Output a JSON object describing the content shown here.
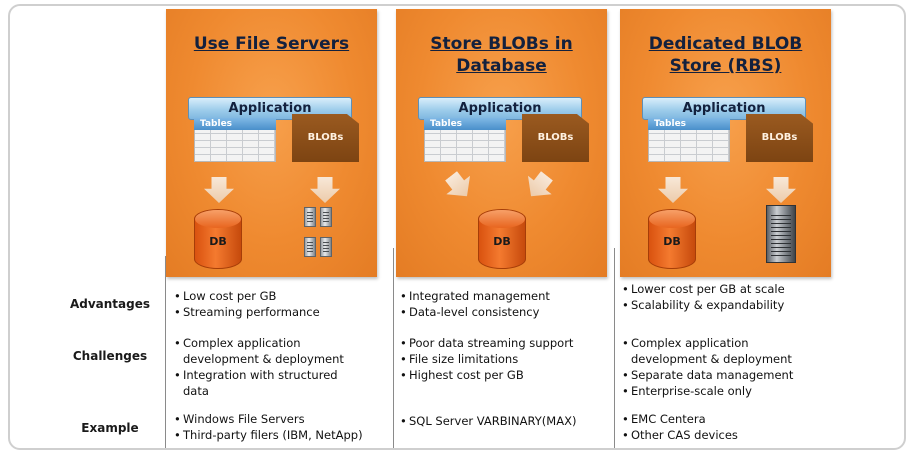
{
  "panels": [
    {
      "title": "Use File Servers",
      "application_label": "Application",
      "tables_label": "Tables",
      "blobs_label": "BLOBs",
      "db_label": "DB"
    },
    {
      "title": "Store BLOBs in\nDatabase",
      "application_label": "Application",
      "tables_label": "Tables",
      "blobs_label": "BLOBs",
      "db_label": "DB"
    },
    {
      "title": "Dedicated BLOB\nStore (RBS)",
      "application_label": "Application",
      "tables_label": "Tables",
      "blobs_label": "BLOBs",
      "db_label": "DB"
    }
  ],
  "rows": {
    "advantages": {
      "label": "Advantages",
      "cols": [
        [
          "Low cost per GB",
          "Streaming performance"
        ],
        [
          "Integrated management",
          "Data-level consistency"
        ],
        [
          "Lower cost per GB at scale",
          "Scalability & expandability"
        ]
      ]
    },
    "challenges": {
      "label": "Challenges",
      "cols": [
        [
          "Complex application development & deployment",
          "Integration with structured data"
        ],
        [
          "Poor data streaming support",
          "File size limitations",
          "Highest cost per GB"
        ],
        [
          "Complex application development & deployment",
          "Separate data management",
          "Enterprise-scale only"
        ]
      ]
    },
    "example": {
      "label": "Example",
      "cols": [
        [
          "Windows File Servers",
          "Third-party filers (IBM, NetApp)"
        ],
        [
          "SQL Server VARBINARY(MAX)"
        ],
        [
          "EMC Centera",
          "Other CAS devices"
        ]
      ]
    }
  },
  "colors": {
    "panel_orange": "#ef8a30",
    "app_bar_blue": "#9bcbea",
    "blob_brown": "#8a4d17",
    "db_orange": "#f47a2f",
    "title_navy": "#13213e"
  },
  "icons": [
    "down-arrow-icon",
    "database-icon",
    "server-icon",
    "storage-rack-icon"
  ]
}
